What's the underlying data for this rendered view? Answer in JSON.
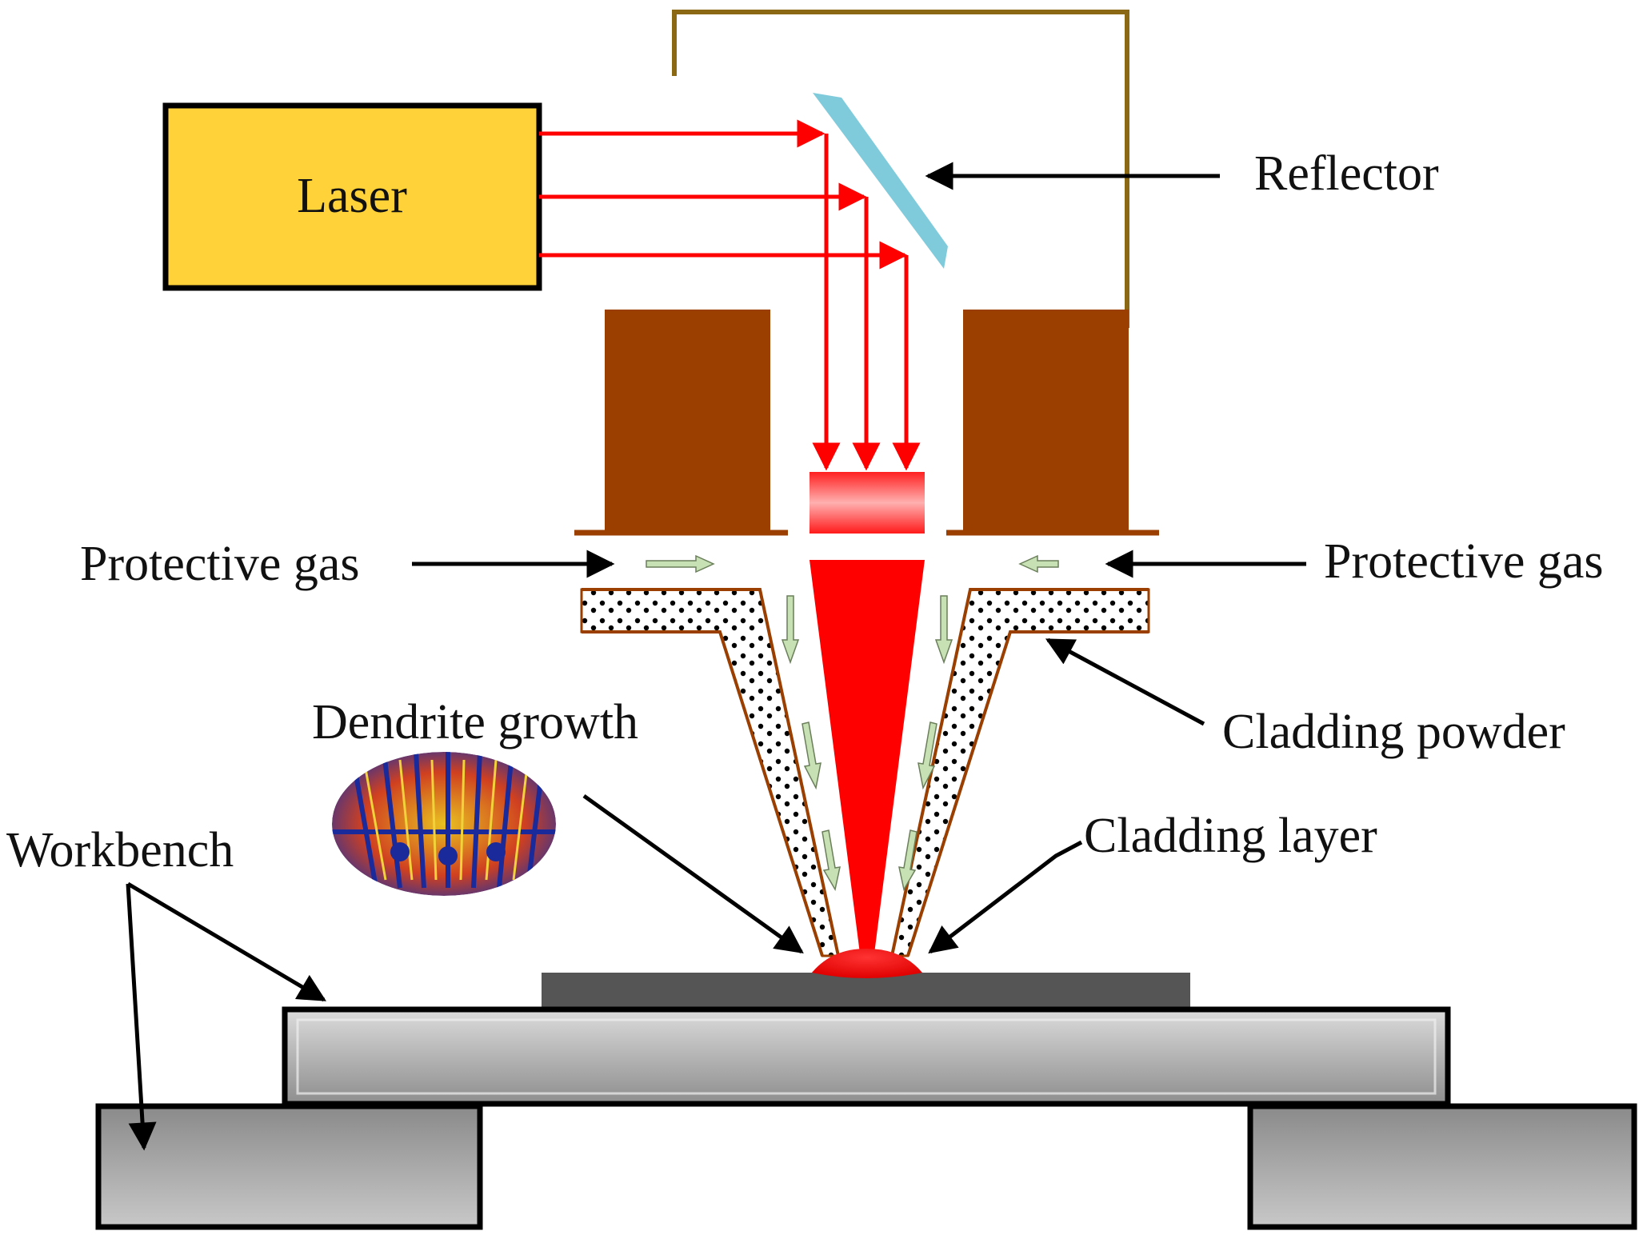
{
  "diagram": {
    "labels": {
      "laser": "Laser",
      "reflector": "Reflector",
      "protective_gas_left": "Protective gas",
      "protective_gas_right": "Protective gas",
      "cladding_powder": "Cladding powder",
      "dendrite_growth": "Dendrite growth",
      "cladding_layer": "Cladding layer",
      "workbench": "Workbench"
    },
    "colors": {
      "laser_box": "#FFD23A",
      "laser_beam": "#FF0000",
      "nozzle_body": "#9A3F00",
      "reflector": "#7FCBDB",
      "frame": "#8B6914",
      "gas_arrow": "#C7E0B4",
      "substrate": "#555555",
      "workbench": "#B8B8B8"
    }
  }
}
